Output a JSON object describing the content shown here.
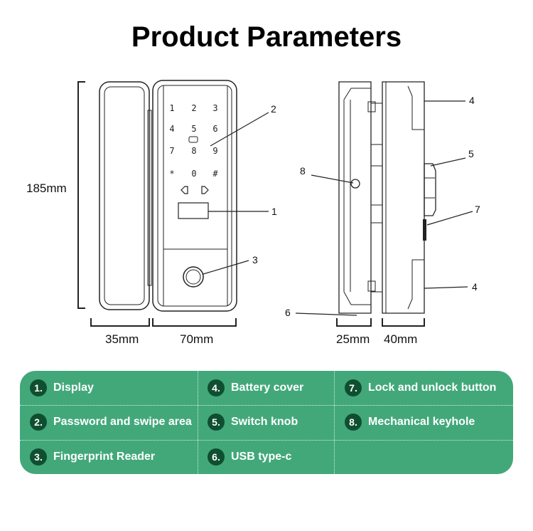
{
  "title": "Product Parameters",
  "front_view": {
    "keypad": [
      "1",
      "2",
      "3",
      "4",
      "5",
      "6",
      "7",
      "8",
      "9",
      "*",
      "0",
      "#"
    ],
    "dimensions": {
      "height": "185mm",
      "depth": "35mm",
      "width": "70mm"
    },
    "callouts": [
      "1",
      "2",
      "3"
    ]
  },
  "side_view": {
    "dimensions": {
      "left": "25mm",
      "right": "40mm"
    },
    "callouts": {
      "top4": "4",
      "five": "5",
      "seven": "7",
      "bottom4": "4",
      "eight": "8",
      "six": "6"
    }
  },
  "legend": [
    {
      "num": "1.",
      "label": "Display"
    },
    {
      "num": "2.",
      "label": "Password and swipe area"
    },
    {
      "num": "3.",
      "label": "Fingerprint Reader"
    },
    {
      "num": "4.",
      "label": "Battery cover"
    },
    {
      "num": "5.",
      "label": "Switch knob"
    },
    {
      "num": "6.",
      "label": "USB type-c"
    },
    {
      "num": "7.",
      "label": "Lock and unlock button"
    },
    {
      "num": "8.",
      "label": "Mechanical keyhole"
    }
  ],
  "colors": {
    "panel": "#42a87a",
    "badge": "#0f4f30"
  }
}
